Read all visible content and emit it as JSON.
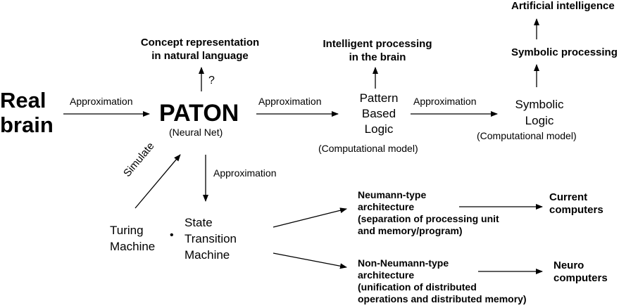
{
  "nodes": {
    "real_brain": [
      "Real",
      "brain"
    ],
    "paton": "PATON",
    "paton_sub": "(Neural Net)",
    "concept": [
      "Concept representation",
      "in natural language"
    ],
    "question": "?",
    "pattern": [
      "Pattern",
      "Based",
      "Logic"
    ],
    "pattern_sub": "(Computational model)",
    "intelligent": [
      "Intelligent processing",
      "in the brain"
    ],
    "symbolic_logic": [
      "Symbolic",
      "Logic"
    ],
    "symbolic_logic_sub": "(Computational model)",
    "symbolic_processing": "Symbolic processing",
    "ai": "Artificial intelligence",
    "turing": [
      "Turing",
      "Machine"
    ],
    "bullet": "•",
    "state": [
      "State",
      "Transition",
      "Machine"
    ],
    "neumann": [
      "Neumann-type",
      "architecture",
      "(separation of processing unit",
      "and memory/program)"
    ],
    "non_neumann": [
      "Non-Neumann-type",
      "architecture",
      "(unification of distributed",
      "operations and distributed memory)"
    ],
    "current": [
      "Current",
      "computers"
    ],
    "neuro": [
      "Neuro",
      "computers"
    ]
  },
  "edges": {
    "approx1": "Approximation",
    "approx2": "Approximation",
    "approx3": "Approximation",
    "approx4": "Approximation",
    "simulate": "Simulate"
  }
}
